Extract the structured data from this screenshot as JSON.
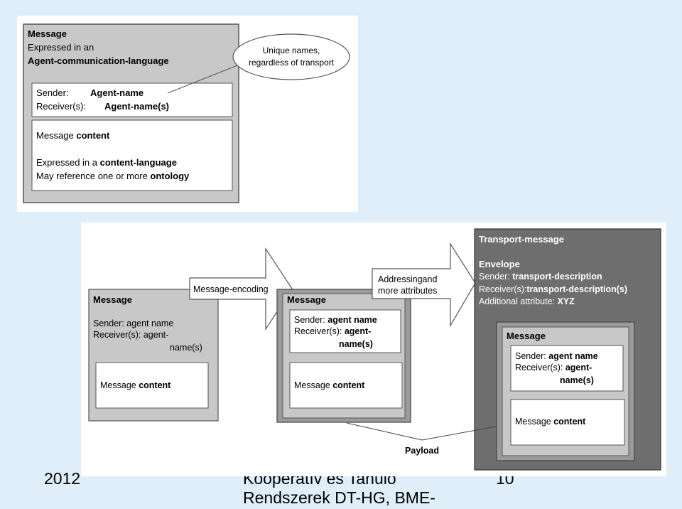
{
  "top_diagram": {
    "msg_title": "Message",
    "msg_line1": "Expressed in an",
    "msg_line2": "Agent-communication-language",
    "sender_label": "Sender:",
    "sender_value": "Agent-name",
    "receiver_label": "Receiver(s):",
    "receiver_value": "Agent-name(s)",
    "content_pre": "Message ",
    "content_bold": "content",
    "content_lang_pre": "Expressed in a ",
    "content_lang_bold": "content-language",
    "ontology_pre": "May reference one or more ",
    "ontology_bold": "ontology",
    "callout_line1": "Unique names,",
    "callout_line2": "regardless of transport"
  },
  "bottom_diagram": {
    "msg1_title": "Message",
    "msg1_sender": "Sender:  agent name",
    "msg1_receiver": "Receiver(s):  agent-",
    "msg1_receiver2": "name(s)",
    "msg1_content_pre": "Message ",
    "msg1_content_bold": "content",
    "arrow1_label": "Message-encoding",
    "msg2_title": "Message",
    "msg2_sender_label": "Sender: ",
    "msg2_sender_value": "agent name",
    "msg2_receiver_label": "Receiver(s): ",
    "msg2_receiver_value": "agent-",
    "msg2_receiver_value2": "name(s)",
    "msg2_content_pre": "Message ",
    "msg2_content_bold": "content",
    "arrow2_line1": "Addressingand",
    "arrow2_line2": "more attributes",
    "transport_title": "Transport-message",
    "envelope_label": "Envelope",
    "env_sender_label": "Sender:  ",
    "env_sender_value": "transport-description",
    "env_receiver_label": "Receiver(s):",
    "env_receiver_value": "transport-description(s)",
    "env_additional_label": "Additional attribute: ",
    "env_additional_value": "XYZ",
    "msg3_title": "Message",
    "msg3_sender_label": "Sender: ",
    "msg3_sender_value": "agent name",
    "msg3_receiver_label": "Receiver(s): ",
    "msg3_receiver_value": "agent-",
    "msg3_receiver_value2": "name(s)",
    "msg3_content_pre": "Message ",
    "msg3_content_bold": "content",
    "payload_label": "Payload"
  },
  "footer": {
    "year": "2012",
    "title_line1": "Kooperatív és Tanuló",
    "title_line2": "Rendszerek DT-HG, BME-",
    "page": "10"
  }
}
